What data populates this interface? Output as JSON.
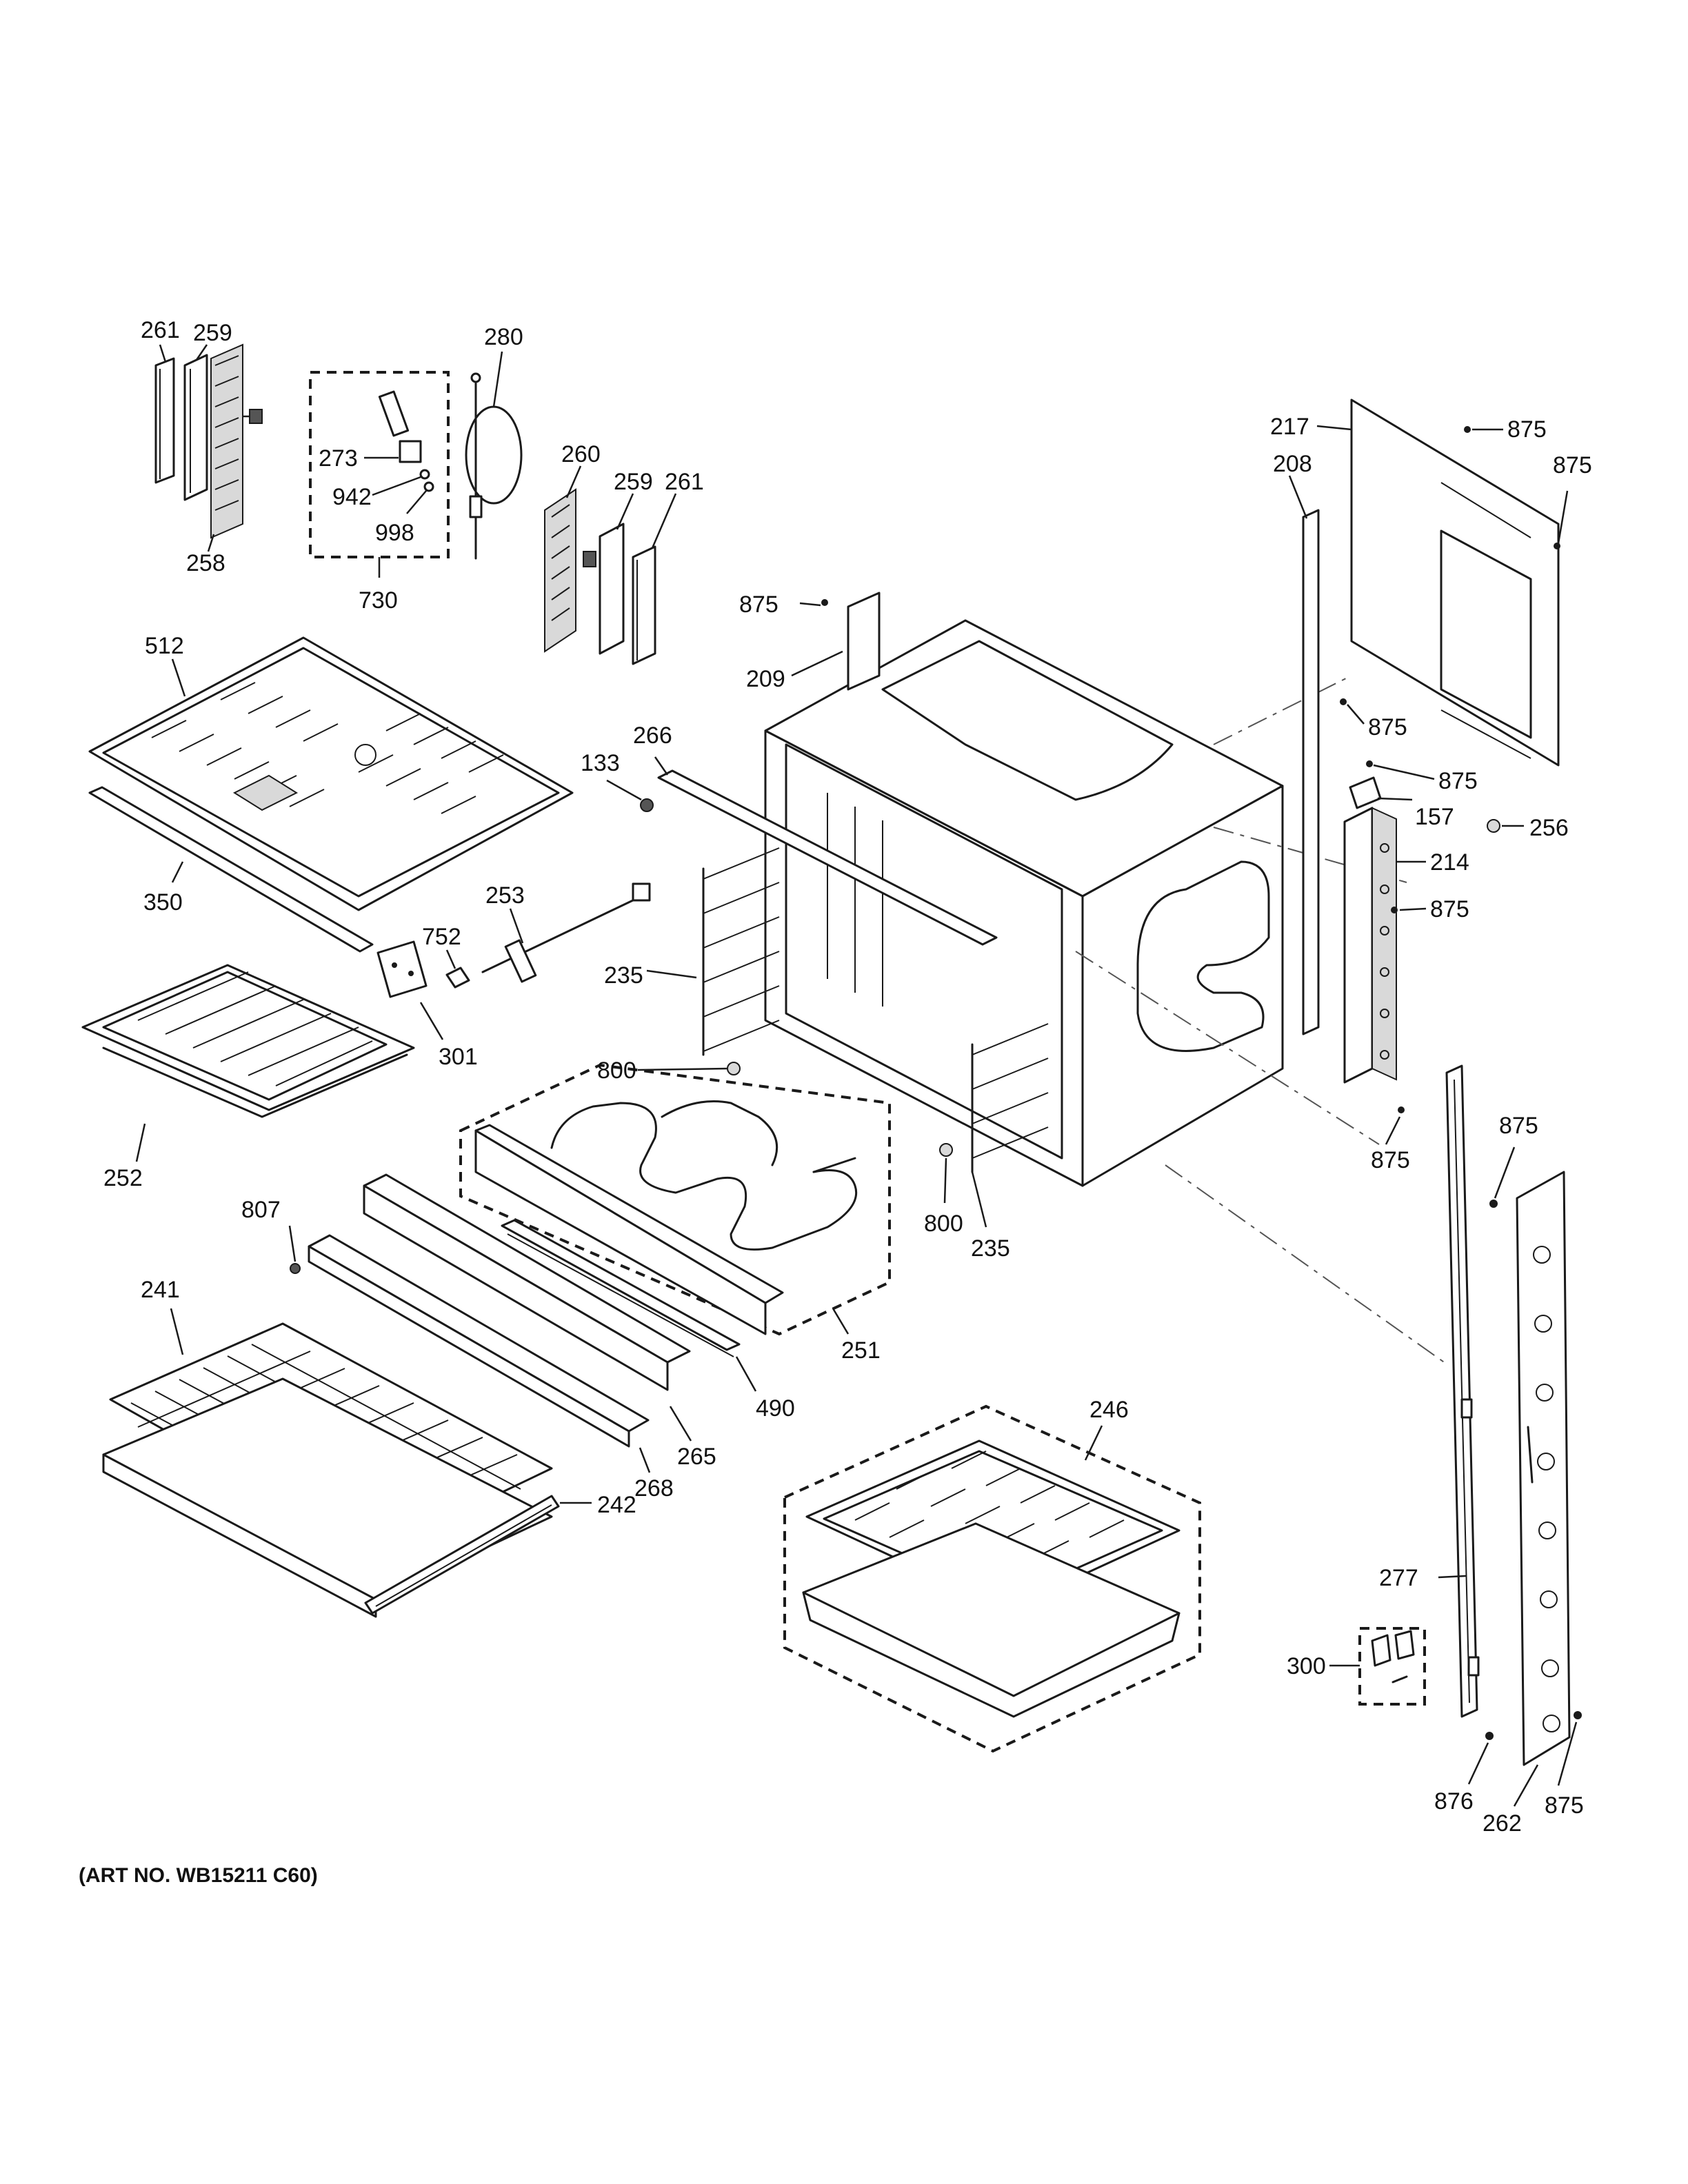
{
  "caption": "(ART NO. WB15211 C60)",
  "labels": {
    "l261a": "261",
    "l259a": "259",
    "l258": "258",
    "l280": "280",
    "l273": "273",
    "l942": "942",
    "l998": "998",
    "l730": "730",
    "l260": "260",
    "l259b": "259",
    "l261b": "261",
    "l512": "512",
    "l350": "350",
    "l875a": "875",
    "l209": "209",
    "l266": "266",
    "l133": "133",
    "l253": "253",
    "l752": "752",
    "l301": "301",
    "l252": "252",
    "l235a": "235",
    "l800a": "800",
    "l800b": "800",
    "l235b": "235",
    "l251": "251",
    "l807": "807",
    "l241": "241",
    "l242": "242",
    "l265": "265",
    "l268": "268",
    "l490": "490",
    "l246": "246",
    "l217": "217",
    "l208": "208",
    "l875b": "875",
    "l875c": "875",
    "l875d": "875",
    "l875e": "875",
    "l157": "157",
    "l256": "256",
    "l214": "214",
    "l875f": "875",
    "l875g": "875",
    "l875h": "875",
    "l277": "277",
    "l300": "300",
    "l876": "876",
    "l262": "262",
    "l875i": "875"
  }
}
